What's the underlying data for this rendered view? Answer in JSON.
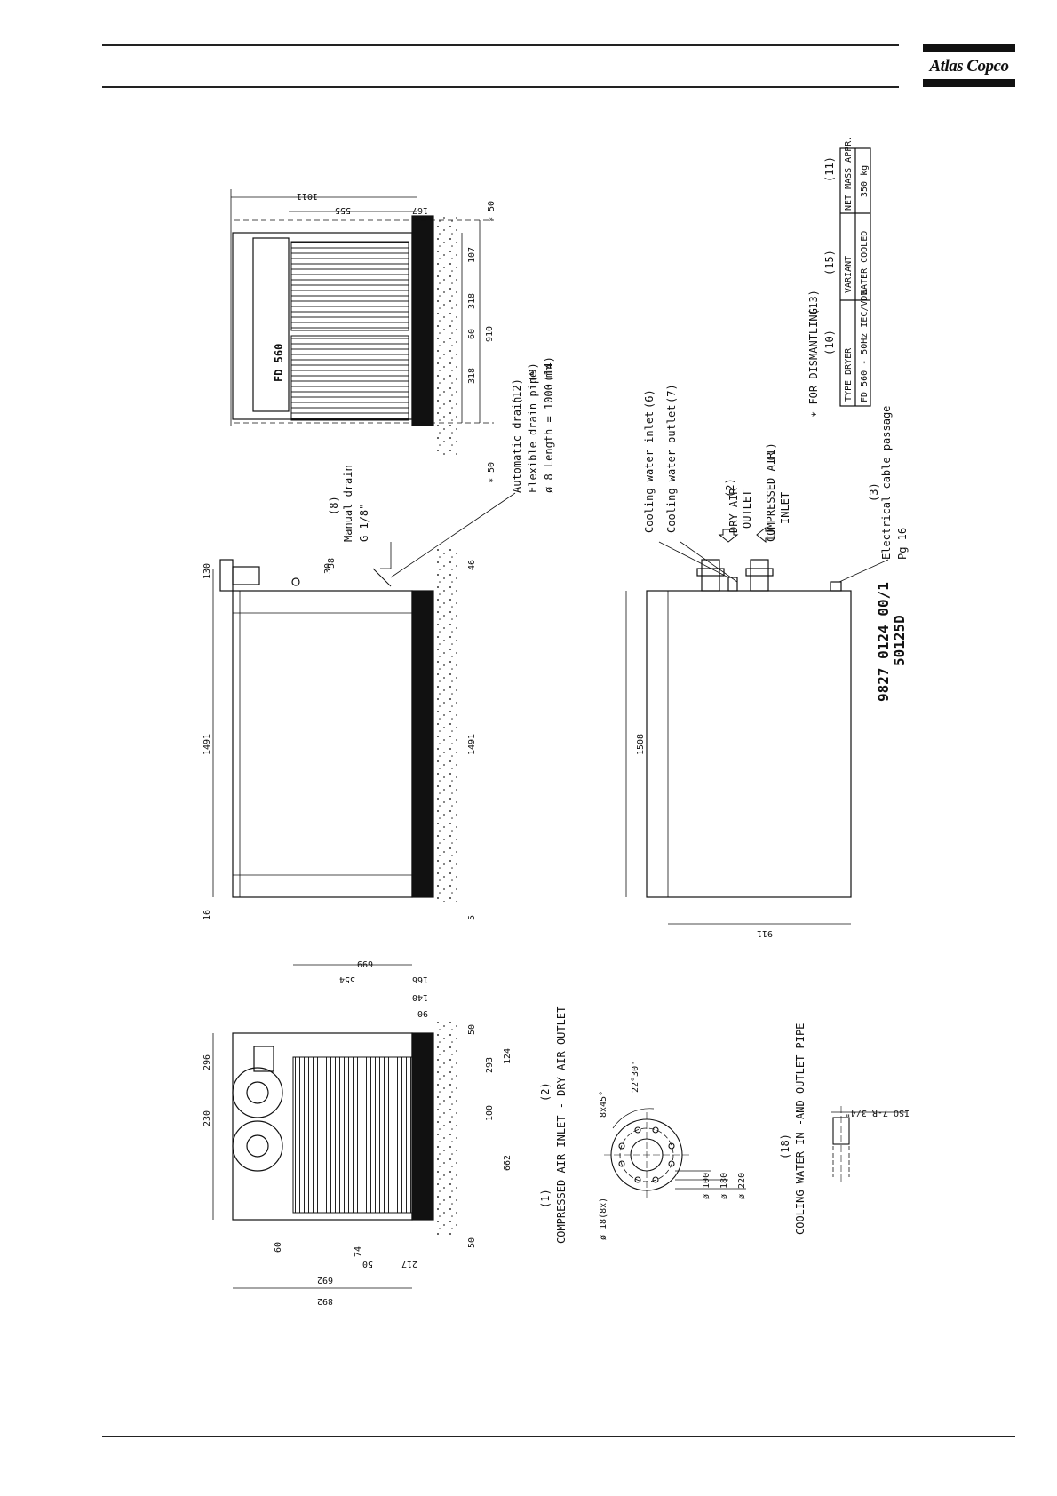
{
  "header": {
    "brand": "Atlas Copco"
  },
  "drawing": {
    "doc_number": "9827 0124 00/1",
    "drawing_code": "50125D",
    "front_panel_label": "FD 560",
    "front_view": {
      "dims": {
        "total_width": "1011",
        "upper_a": "555",
        "upper_b": "167",
        "lower_a": "107",
        "lower_b": "318",
        "lower_c": "60",
        "lower_d": "318",
        "overall": "910",
        "clear_left": "50",
        "clear_right": "50",
        "star_left": "∗",
        "star_right": "∗"
      }
    },
    "side_view": {
      "dims": {
        "height_top": "130",
        "length_top": "1491",
        "base_left": "16",
        "drain_a": "30",
        "drain_b": "58",
        "base_right": "46",
        "length_bottom": "1491",
        "bottom_left": "5"
      }
    },
    "rear_view": {
      "dims": {
        "top_a": "296",
        "top_b": "230",
        "top_c": "60",
        "top_d": "74",
        "r_699": "699",
        "r_554": "554",
        "r_166": "166",
        "r_140": "140",
        "r_90": "90",
        "r_50a": "50",
        "r_124": "124",
        "r_293": "293",
        "r_100": "100",
        "r_662": "662",
        "r_50b": "50",
        "l_50": "50",
        "l_217": "217",
        "l_692": "692",
        "l_892": "892"
      }
    },
    "top_view": {
      "dims": {
        "length": "1508",
        "width": "911"
      }
    },
    "callouts": {
      "manual_drain_num": "(8)",
      "manual_drain": "Manual drain",
      "manual_drain_size": "G 1/8\"",
      "auto_drain": "Automatic drain",
      "auto_drain_num": "(12)",
      "flex_pipe": "Flexible drain pipe",
      "flex_pipe_num": "(9)",
      "pipe_len": "ø 8 Length = 1000 mm",
      "pipe_len_num": "(14)",
      "cw_inlet": "Cooling water inlet",
      "cw_inlet_num": "(6)",
      "cw_outlet": "Cooling water outlet",
      "cw_outlet_num": "(7)",
      "dry_air_num": "(2)",
      "dry_air_1": "DRY AIR",
      "dry_air_2": "OUTLET",
      "comp_air_num": "(1)",
      "comp_air_1": "COMPRESSED AIR",
      "comp_air_2": "INLET",
      "cable_num": "(3)",
      "cable": "Electrical cable passage",
      "cable_size": "Pg 16",
      "dismantling": "∗ FOR DISMANTLING",
      "dismantling_num": "(13)"
    },
    "flange": {
      "num_1": "(1)",
      "num_2": "(2)",
      "title": "COMPRESSED AIR INLET - DRY AIR OUTLET",
      "chamfer": "8x45°",
      "angle": "22°30'",
      "holes": "ø 18(8x)",
      "d100": "ø 100",
      "d180": "ø 180",
      "d220": "ø 220"
    },
    "cooling_pipe": {
      "num": "(18)",
      "title": "COOLING WATER IN -AND OUTLET PIPE",
      "thread": "ISO 7-R 3/4\""
    },
    "spec_table": {
      "col_nums": [
        "(10)",
        "(15)",
        "(11)"
      ],
      "headers": [
        "TYPE DRYER",
        "VARIANT",
        "NET MASS APPR."
      ],
      "values": [
        "FD 560 - 50Hz IEC/VDE",
        "WATER COOLED",
        "350 kg"
      ]
    }
  }
}
